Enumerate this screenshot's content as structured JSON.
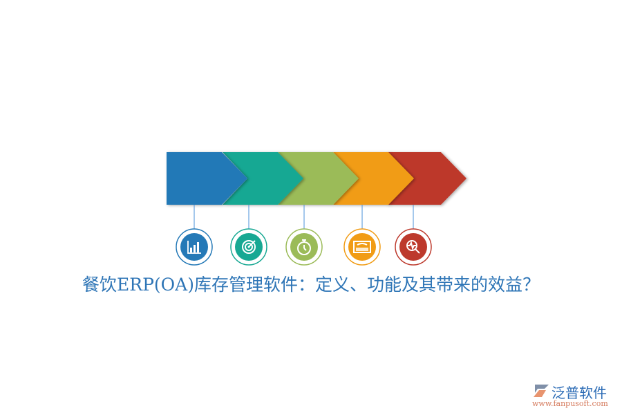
{
  "title": "餐饮ERP(OA)库存管理软件：定义、功能及其带来的效益？",
  "steps": [
    {
      "color": "#2479b7",
      "icon": "bar-chart-icon"
    },
    {
      "color": "#17a893",
      "icon": "target-icon"
    },
    {
      "color": "#9bbb58",
      "icon": "stopwatch-icon"
    },
    {
      "color": "#f19c15",
      "icon": "billboard-icon"
    },
    {
      "color": "#bd392c",
      "icon": "magnifier-pulse-icon"
    }
  ],
  "logo": {
    "name": "泛普软件",
    "url": "www.fanpusoft.com"
  }
}
